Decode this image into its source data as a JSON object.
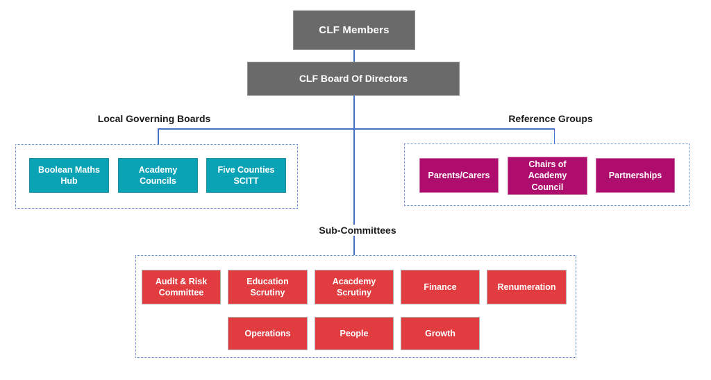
{
  "root": {
    "label": "CLF Members"
  },
  "board": {
    "label": "CLF Board Of Directors"
  },
  "sections": {
    "local": {
      "title": "Local Governing Boards",
      "items": [
        "Boolean Maths Hub",
        "Academy Councils",
        "Five Counties SCITT"
      ]
    },
    "reference": {
      "title": "Reference Groups",
      "items": [
        "Parents/Carers",
        "Chairs of Academy Council",
        "Partnerships"
      ]
    },
    "sub": {
      "title": "Sub-Committees",
      "row1": [
        "Audit & Risk Committee",
        "Education Scrutiny",
        "Acacdemy Scrutiny",
        "Finance",
        "Renumeration"
      ],
      "row2": [
        "Operations",
        "People",
        "Growth"
      ]
    }
  },
  "colors": {
    "executive_box": "#6a6a6a",
    "governing_box": "#0aa3b6",
    "reference_box": "#af0d6e",
    "committee_box": "#e13c40",
    "connector_line": "#4472c4",
    "container_border": "#4a7ed2",
    "label_text": "#1a1a1a",
    "box_text": "#ffffff"
  }
}
